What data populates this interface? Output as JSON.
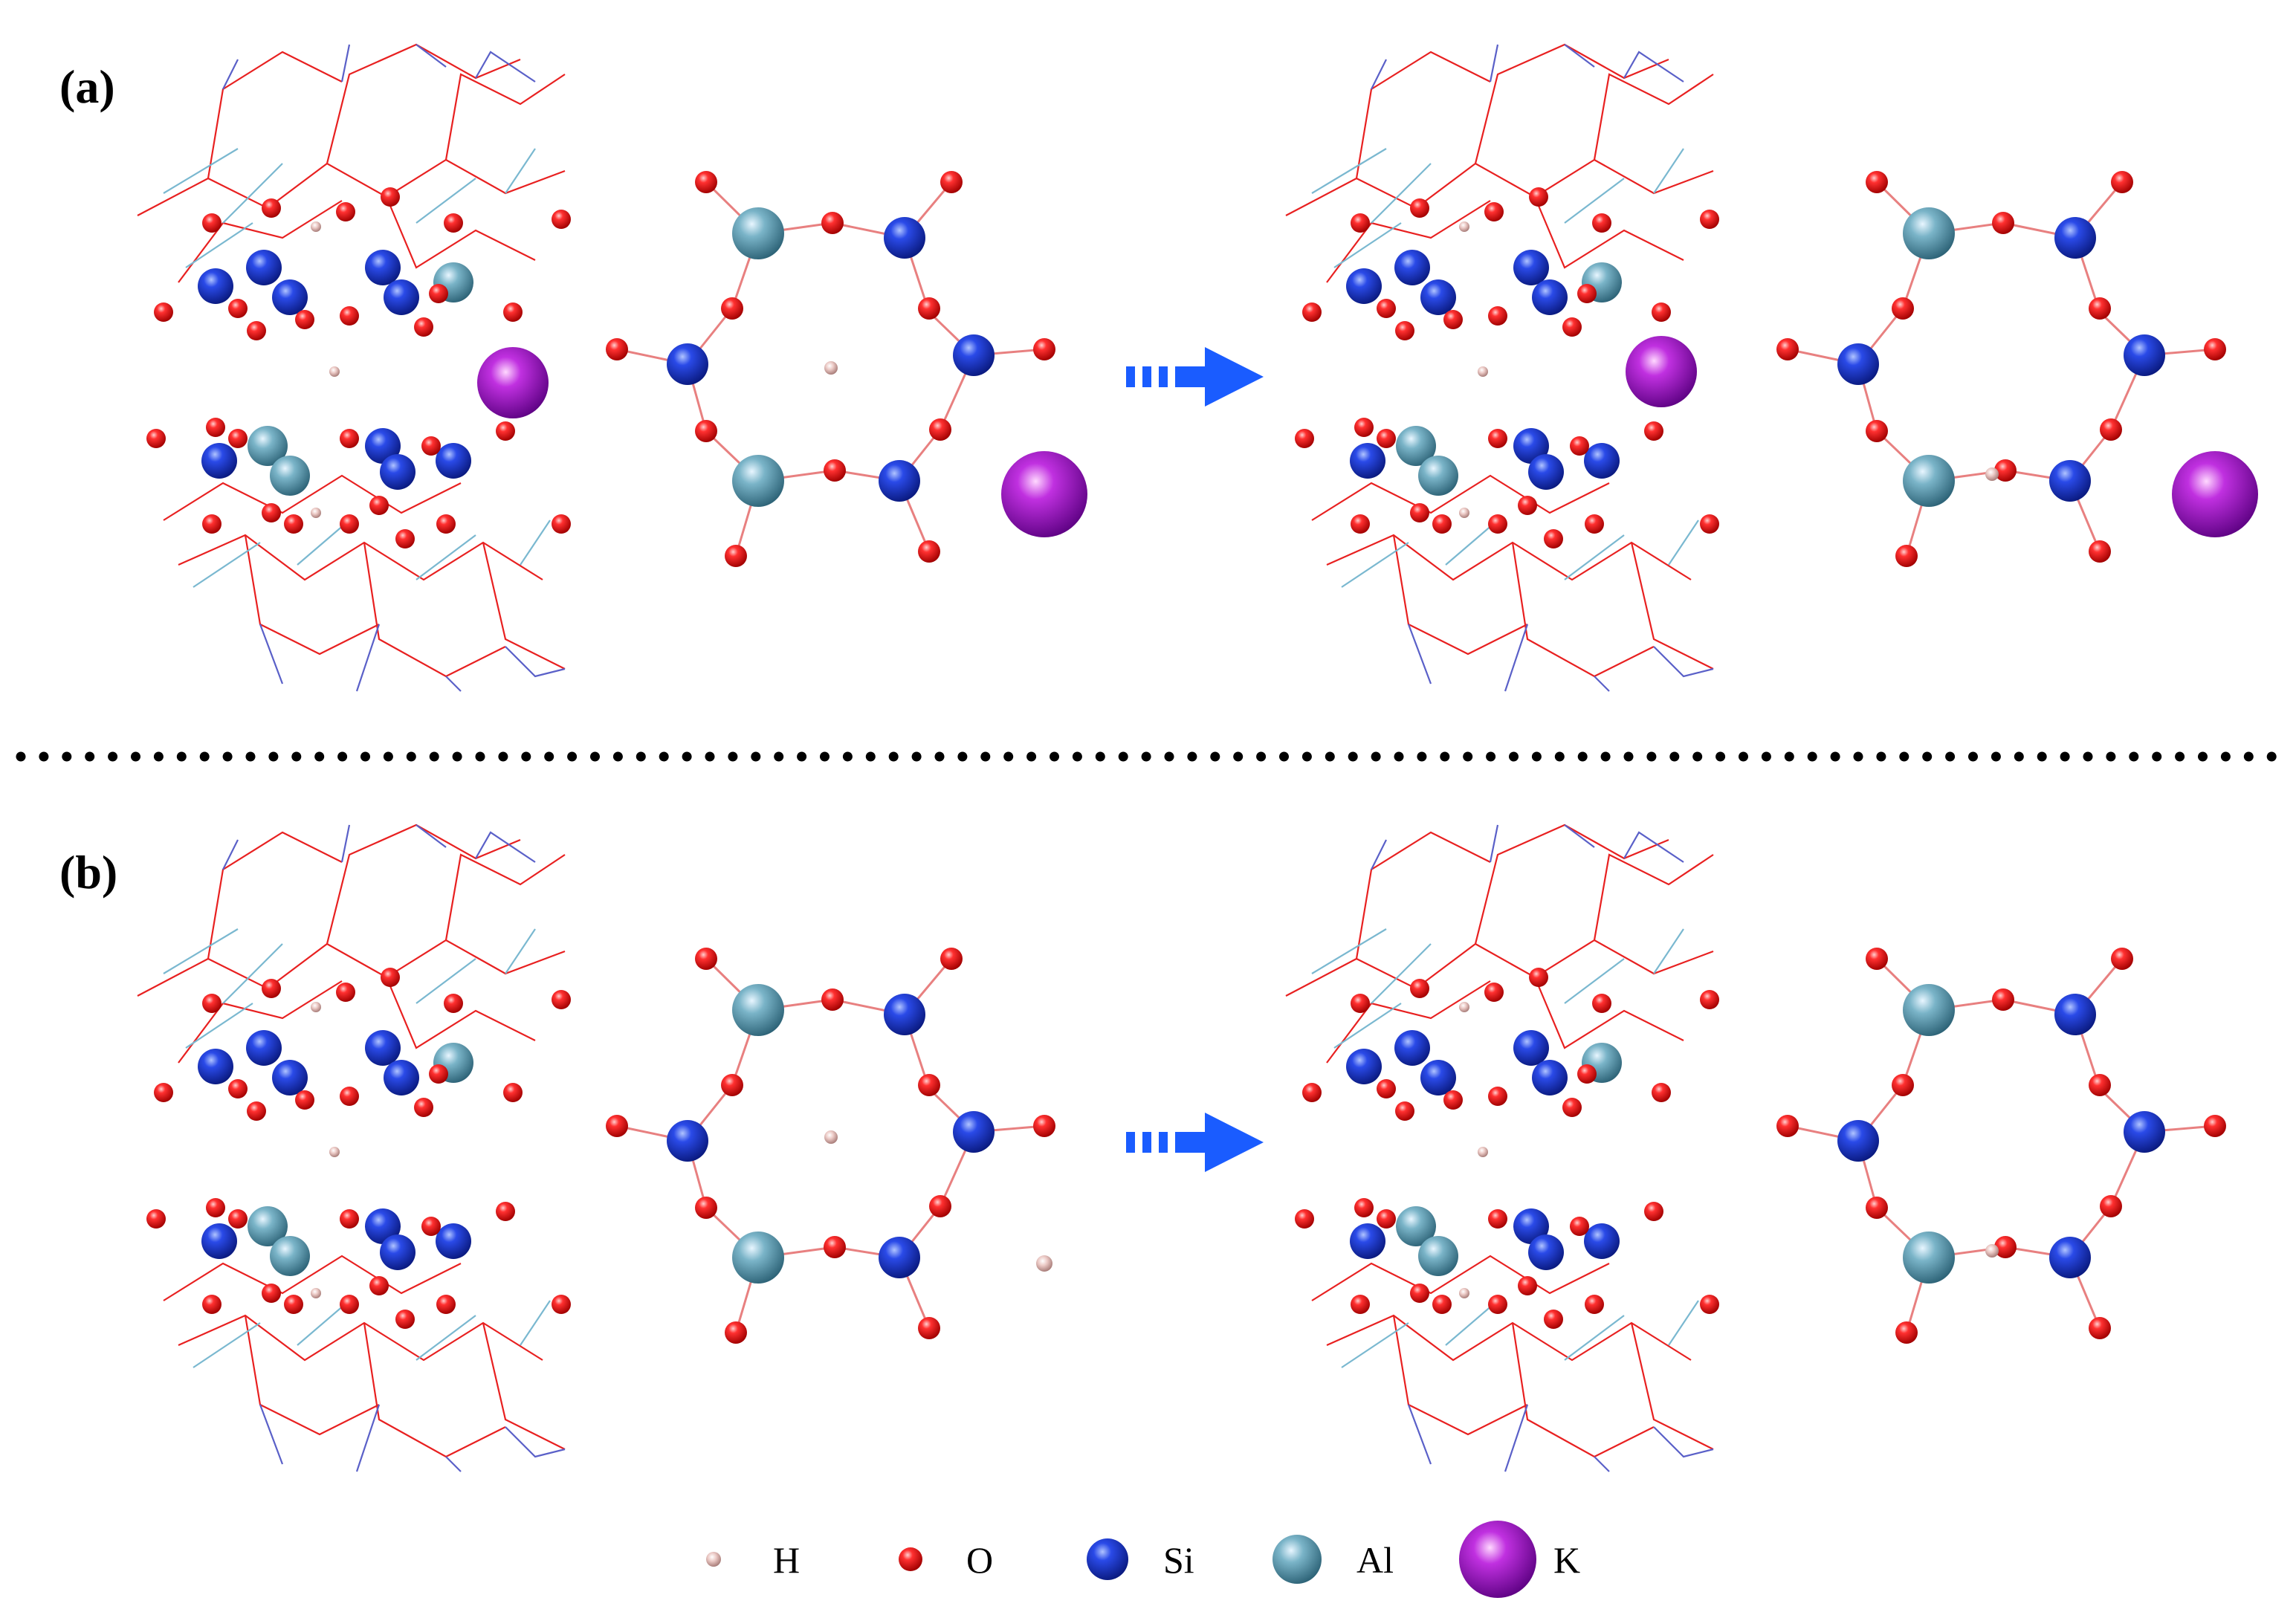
{
  "panels": [
    {
      "label": "(a)",
      "has_k": true
    },
    {
      "label": "(b)",
      "has_k": false
    }
  ],
  "legend": [
    {
      "symbol": "H",
      "label": "H",
      "color": "#e8c4c0"
    },
    {
      "symbol": "O",
      "label": "O",
      "color": "#e01010"
    },
    {
      "symbol": "Si",
      "label": "Si",
      "color": "#1a3ad0"
    },
    {
      "symbol": "Al",
      "label": "Al",
      "color": "#6aa8c0"
    },
    {
      "symbol": "K",
      "label": "K",
      "color": "#a020c8"
    }
  ],
  "colors": {
    "arrow": "#1a5cff",
    "separator": "#000000",
    "wire_red": "#e82020",
    "wire_blue": "#5a60c8",
    "wire_cyan": "#7ab8d0"
  }
}
